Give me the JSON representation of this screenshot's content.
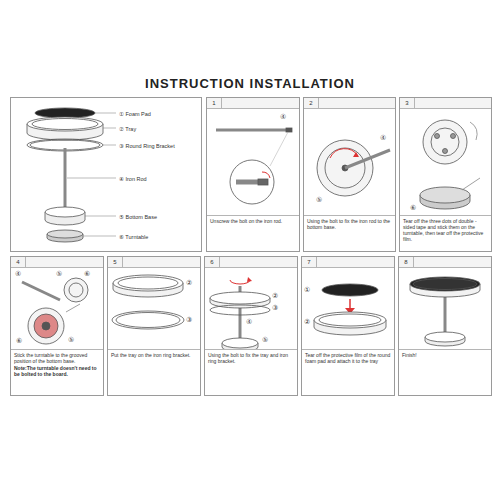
{
  "diagram": {
    "title": "INSTRUCTION INSTALLATION",
    "nodes": [
      {
        "text": [
          "① Foam Pad",
          "② Tray",
          "③ Round Ring Bracket",
          "④ Iron Rod",
          "⑤ Bottom Base",
          "⑥ Turntable"
        ]
      },
      {
        "text": [
          "1",
          "Unscrew the bolt on the iron rod."
        ]
      },
      {
        "text": [
          "2",
          "Using the bolt to fix the iron rod to the bottom base."
        ]
      },
      {
        "text": [
          "3",
          "Tear off the three dots of double -sided tape and stick them on the turntable, then tear off the protective film."
        ]
      },
      {
        "text": [
          "4",
          "Stick the turntable to the grooved position of the bottom base.",
          "Note:The turntable doesn't need to be bolted to the board."
        ]
      },
      {
        "text": [
          "5",
          "Put the tray on the iron ring bracket."
        ]
      },
      {
        "text": [
          "6",
          "Using the bolt to fix the tray and iron ring bracket."
        ]
      },
      {
        "text": [
          "7",
          "Tear off the protective film of the round foam pad and attach it to the tray"
        ]
      },
      {
        "text": [
          "8",
          "Finish!"
        ]
      }
    ],
    "labels": [
      "④",
      "④",
      "⑤",
      "⑥",
      "④",
      "⑤",
      "⑥",
      "⑥",
      "⑤",
      "②",
      "③",
      "②",
      "③",
      "④",
      "⑤",
      "①",
      "②"
    ]
  }
}
